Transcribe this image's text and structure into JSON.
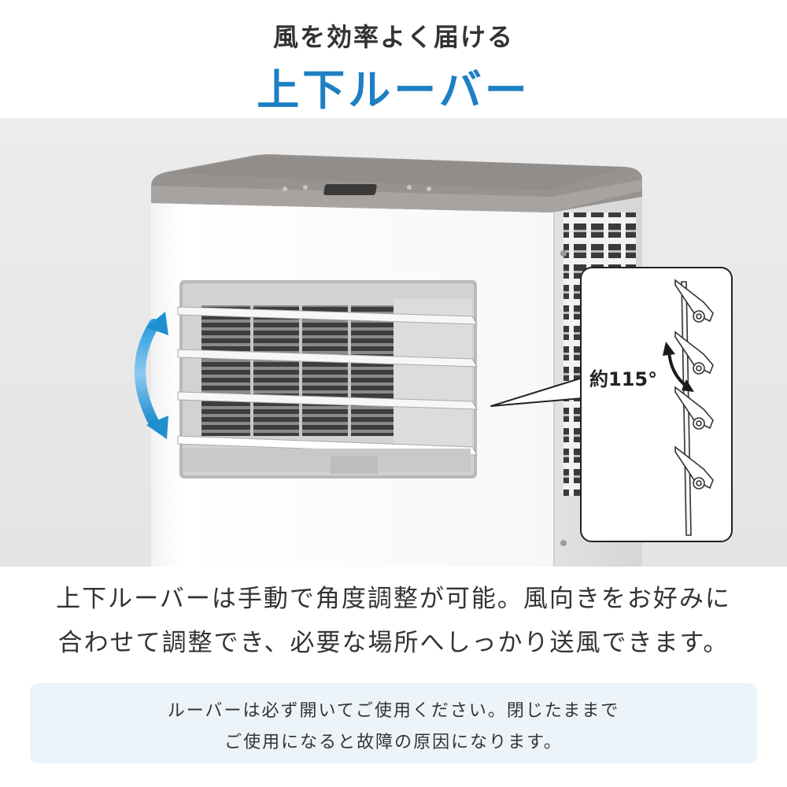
{
  "header": {
    "subtitle": "風を効率よく届ける",
    "title": "上下ルーバー"
  },
  "image": {
    "angle_label": "約115°"
  },
  "description": {
    "line1": "上下ルーバーは手動で角度調整が可能。風向きをお好みに",
    "line2": "合わせて調整でき、必要な場所へしっかり送風できます。"
  },
  "notice": {
    "line1": "ルーバーは必ず開いてご使用ください。閉じたままで",
    "line2": "ご使用になると故障の原因になります。"
  },
  "colors": {
    "accent": "#1d7fc4",
    "arrow": "#1f8fd0",
    "notice_bg": "#edf4f9",
    "text": "#333333"
  }
}
